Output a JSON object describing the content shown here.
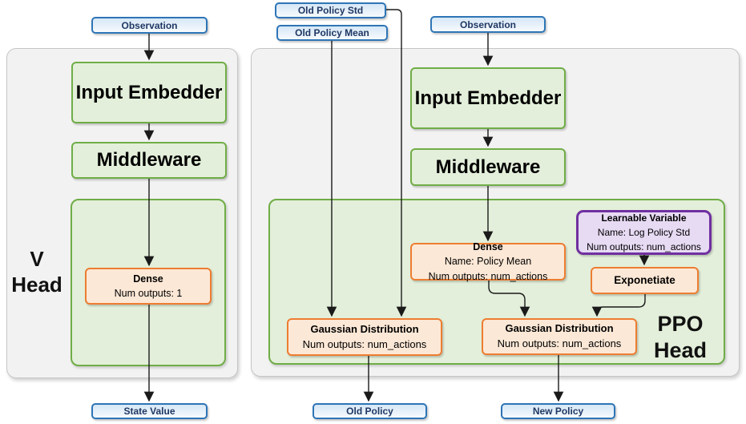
{
  "diagram": {
    "v_head": {
      "title_line1": "V",
      "title_line2": "Head",
      "observation_label": "Observation",
      "input_embedder_label": "Input Embedder",
      "middleware_label": "Middleware",
      "dense": {
        "title": "Dense",
        "detail1": "Num outputs: 1"
      },
      "state_value_label": "State Value"
    },
    "ppo_head": {
      "title_line1": "PPO",
      "title_line2": "Head",
      "old_policy_std_label": "Old Policy Std",
      "old_policy_mean_label": "Old Policy Mean",
      "observation_label": "Observation",
      "input_embedder_label": "Input Embedder",
      "middleware_label": "Middleware",
      "dense": {
        "title": "Dense",
        "detail1": "Name: Policy Mean",
        "detail2": "Num outputs: num_actions"
      },
      "learnable_variable": {
        "title": "Learnable Variable",
        "detail1": "Name: Log Policy Std",
        "detail2": "Num outputs: num_actions"
      },
      "exponetiate_label": "Exponetiate",
      "gaussian_distribution_old": {
        "title": "Gaussian Distribution",
        "detail1": "Num outputs: num_actions"
      },
      "gaussian_distribution_new": {
        "title": "Gaussian Distribution",
        "detail1": "Num outputs: num_actions"
      },
      "old_policy_label": "Old Policy",
      "new_policy_label": "New Policy"
    },
    "colors": {
      "io_border": "#2E75B6",
      "io_fill": "#DEEBF7",
      "layer_border": "#70AD47",
      "layer_fill": "#E3EFDA",
      "op_border": "#ED7D31",
      "op_fill": "#FCE8D6",
      "variable_border": "#7030A0",
      "variable_fill": "#E7DAF3",
      "panel_fill": "#F2F2F2",
      "arrow": "#1A1A1A"
    }
  }
}
